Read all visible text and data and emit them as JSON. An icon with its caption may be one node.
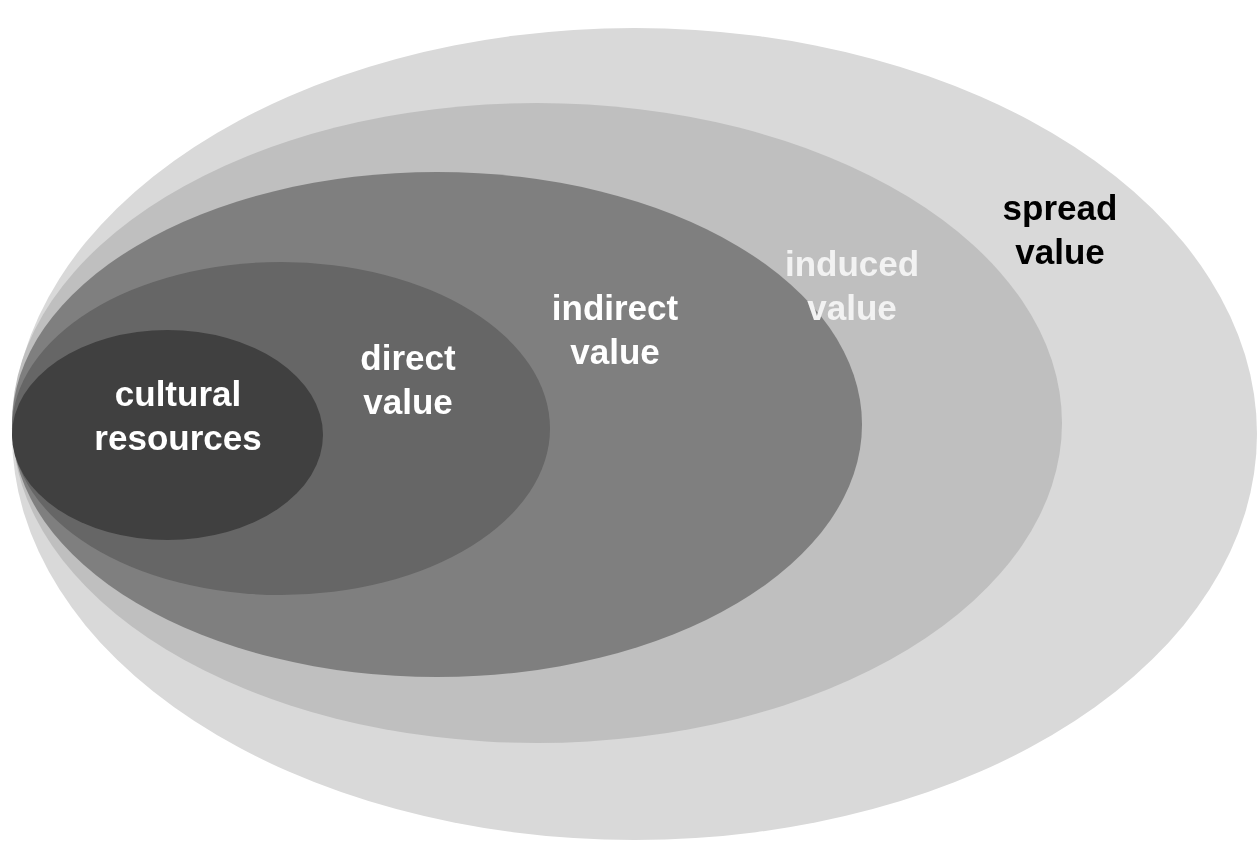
{
  "diagram": {
    "nodes": [
      {
        "text": [
          "spread value"
        ]
      },
      {
        "text": [
          "induced value"
        ],
        "in": 0
      },
      {
        "text": [
          "indirect value"
        ],
        "in": 1
      },
      {
        "text": [
          "direct value"
        ],
        "in": 2
      },
      {
        "text": [
          "cultural resources"
        ],
        "in": 3
      }
    ]
  }
}
